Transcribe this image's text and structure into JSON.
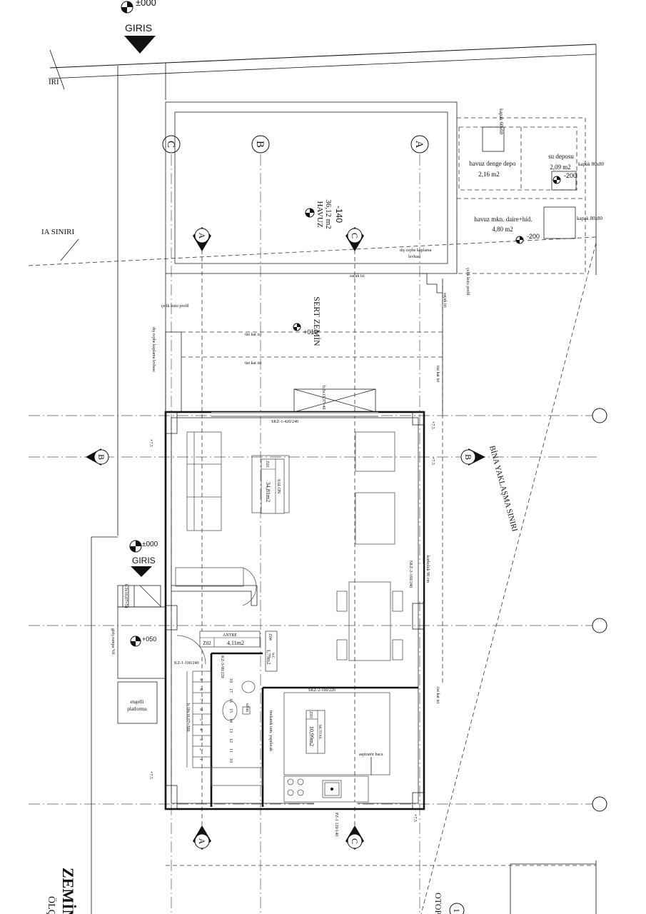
{
  "entrances": {
    "top": {
      "level": "±000",
      "label": "GIRIS"
    },
    "side": {
      "level": "±000",
      "label": "GIRIS"
    }
  },
  "boundaries": {
    "parcel_fragment": "IRI",
    "approach_left": "IA SINIRI",
    "building_approach": "BİNA YAKLAŞMA SINIRI"
  },
  "axes": {
    "vertical": [
      "C",
      "B",
      "A"
    ],
    "sections": {
      "A": "A",
      "B": "B",
      "C": "C"
    }
  },
  "pool": {
    "name": "HAVUZ",
    "area": "36,12 m2",
    "level": "-140"
  },
  "service_rooms": {
    "kapak_top": "kapak 60x60",
    "balance_tank": {
      "name": "havuz denge depo",
      "area": "2,16 m2"
    },
    "water_tank": {
      "name": "su deposu",
      "area": "2,09 m2",
      "level": "-200"
    },
    "kapak_80a": "kapak 80x80",
    "machine_room": {
      "name": "havuz mkn. daire+hid.",
      "area": "4,80 m2",
      "level": "-200"
    },
    "kapak_80b": "kapak 80x80"
  },
  "annotations": {
    "cladding_top": "dış cephe kaplama",
    "levhasi_top": "levhası",
    "canopy_trace": "saçak izi",
    "steel_box_right": "çelik kutu profil",
    "canopy_trace_right": "saçak izi",
    "steel_box_left": "çelik kutu profil",
    "cladding_left": "dış cephe kaplama levhası",
    "upper_floor_trace_1": "üst kat izi",
    "upper_floor_trace_2": "üst kat izi",
    "upper_floor_trace_3": "üst kat izi",
    "upper_floor_trace_4": "üst kat izi",
    "stair_small": "h:3x13,37=40",
    "sliding_door_top": "SKZ-1-420/240",
    "sliding_door_right": "SKZ-2-160/240",
    "corner_right": "korkuluk 90 cm",
    "side_stair": "h:3x16,67=50",
    "ramp": "giriş rampa %6",
    "kz_door": "KZ-1-100/240",
    "kz_door2": "KZ-3-90/220",
    "skz_kitchen": "SKZ-2-160/220",
    "stair_main": "h:18x16,67=300",
    "mechanical": "mekanik tam. yapılacak",
    "siphon": "sifon",
    "chimney": "aspiratör baca",
    "window_bottom": "PZ-1 120/140",
    "disabled_platform_1": "engelli",
    "disabled_platform_2": "platformu",
    "cut_levels": [
      "+7.5",
      "+7.5",
      "+7.5",
      "+7.5",
      "+7.5"
    ]
  },
  "hard_ground": {
    "name": "SERT ZEMİN",
    "level": "+010"
  },
  "rooms": {
    "salon": {
      "code": "Z01",
      "name": "SALON",
      "area": "34,81m2"
    },
    "antre": {
      "code": "Z02",
      "name": "ANTRE",
      "area": "4,11m2"
    },
    "wc": {
      "code": "Z04",
      "name": "WC",
      "area": "1,79m2"
    },
    "mutfak": {
      "code": "Z03",
      "name": "MUTFAK",
      "area": "10,99m2"
    }
  },
  "levels": {
    "entry_step": "+050"
  },
  "stair_numbers": [
    "18",
    "17",
    "16",
    "15",
    "14",
    "13",
    "12",
    "11",
    "10",
    "9",
    "8",
    "7",
    "6",
    "5",
    "4",
    "3",
    "2",
    "1"
  ],
  "title_fragments": {
    "zemin": "ZEMİN",
    "sub": "ÖLÇ.",
    "otopark": "OTOP",
    "number": "1"
  }
}
